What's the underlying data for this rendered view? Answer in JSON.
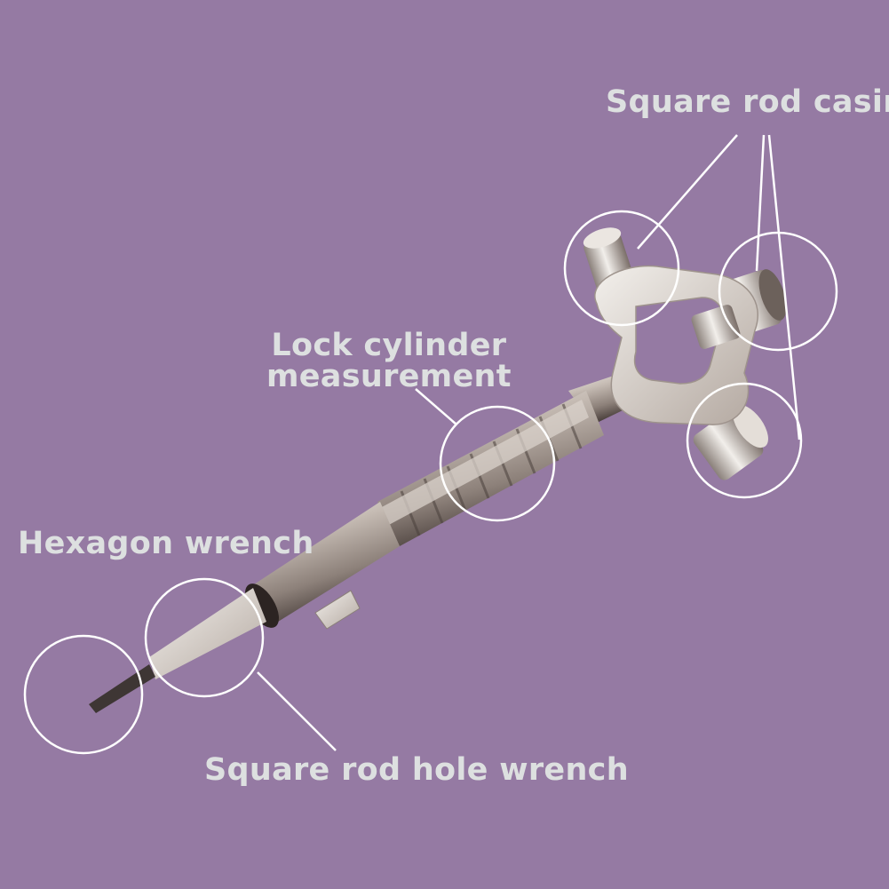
{
  "labels": {
    "square_rod_casing": "Square rod casing",
    "lock_cylinder_line1": "Lock cylinder",
    "lock_cylinder_line2": "measurement",
    "hexagon_wrench": "Hexagon wrench",
    "square_rod_hole_wrench": "Square rod hole wrench"
  },
  "colors": {
    "background": "#957aa3",
    "label_text": "#dde0e0",
    "callout": "#ffffff",
    "metal_light": "#e2ddd8",
    "metal_mid": "#b8ada5",
    "metal_dark": "#5a4f4a"
  }
}
